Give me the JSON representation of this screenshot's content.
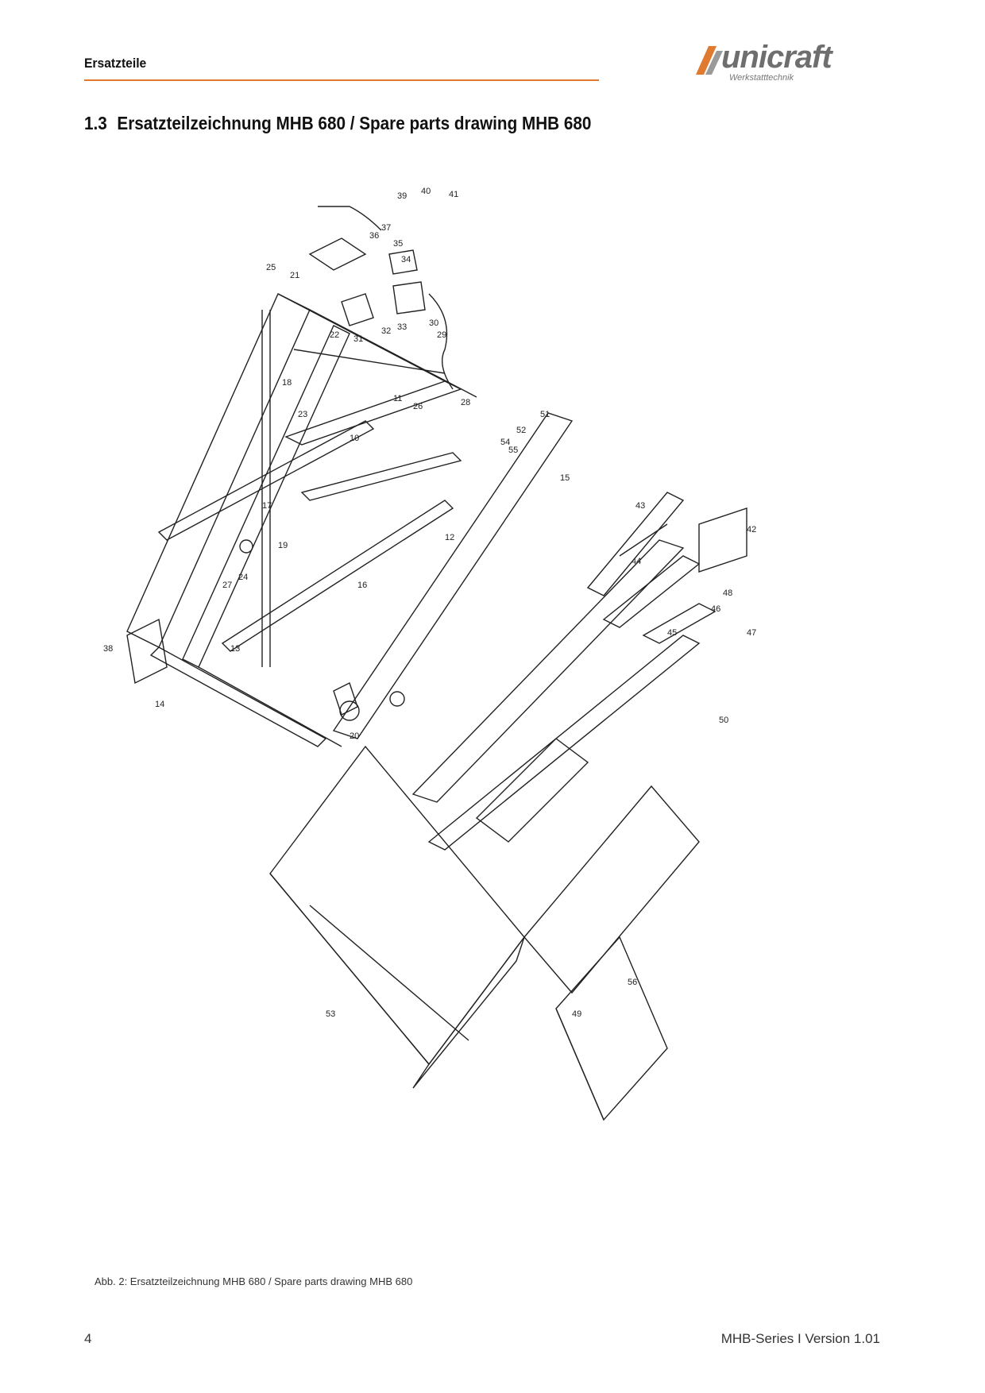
{
  "header": {
    "section_label": "Ersatzteile",
    "accent_color": "#e07a2e"
  },
  "logo": {
    "brand": "unicraft",
    "tagline": "Werkstatttechnik"
  },
  "section": {
    "number": "1.3",
    "title": "Ersatzteilzeichnung MHB 680 / Spare parts drawing MHB 680"
  },
  "figure": {
    "caption": "Abb. 2: Ersatzteilzeichnung MHB 680 / Spare parts drawing MHB 680",
    "callouts": [
      "39",
      "40",
      "41",
      "37",
      "36",
      "35",
      "34",
      "33",
      "32",
      "31",
      "30",
      "29",
      "25",
      "21",
      "22",
      "18",
      "23",
      "28",
      "26",
      "51",
      "52",
      "54",
      "55",
      "15",
      "10",
      "11",
      "12",
      "16",
      "17",
      "19",
      "20",
      "14",
      "24",
      "27",
      "47",
      "48",
      "46",
      "43",
      "42",
      "44",
      "45",
      "53",
      "49",
      "50",
      "56",
      "13",
      "38"
    ]
  },
  "footer": {
    "page_number": "4",
    "doc_version": "MHB-Series I Version 1.01"
  }
}
